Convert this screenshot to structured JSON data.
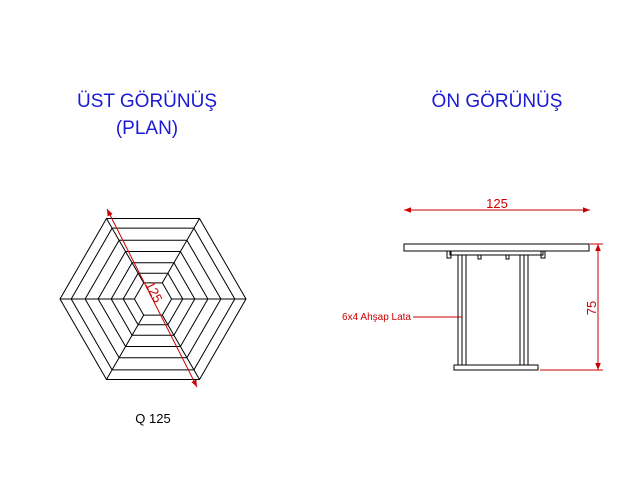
{
  "plan_view": {
    "title_line1": "ÜST GÖRÜNÜŞ",
    "title_line2": "(PLAN)",
    "center_dimension": "125",
    "caption": "Q 125"
  },
  "front_view": {
    "title": "ÖN GÖRÜNÜŞ",
    "width_dimension": "125",
    "height_dimension": "75",
    "material_label": "6x4 Ahşap Lata"
  },
  "colors": {
    "title": "#1a1ad6",
    "dimension": "#cc0000",
    "line": "#000000"
  }
}
